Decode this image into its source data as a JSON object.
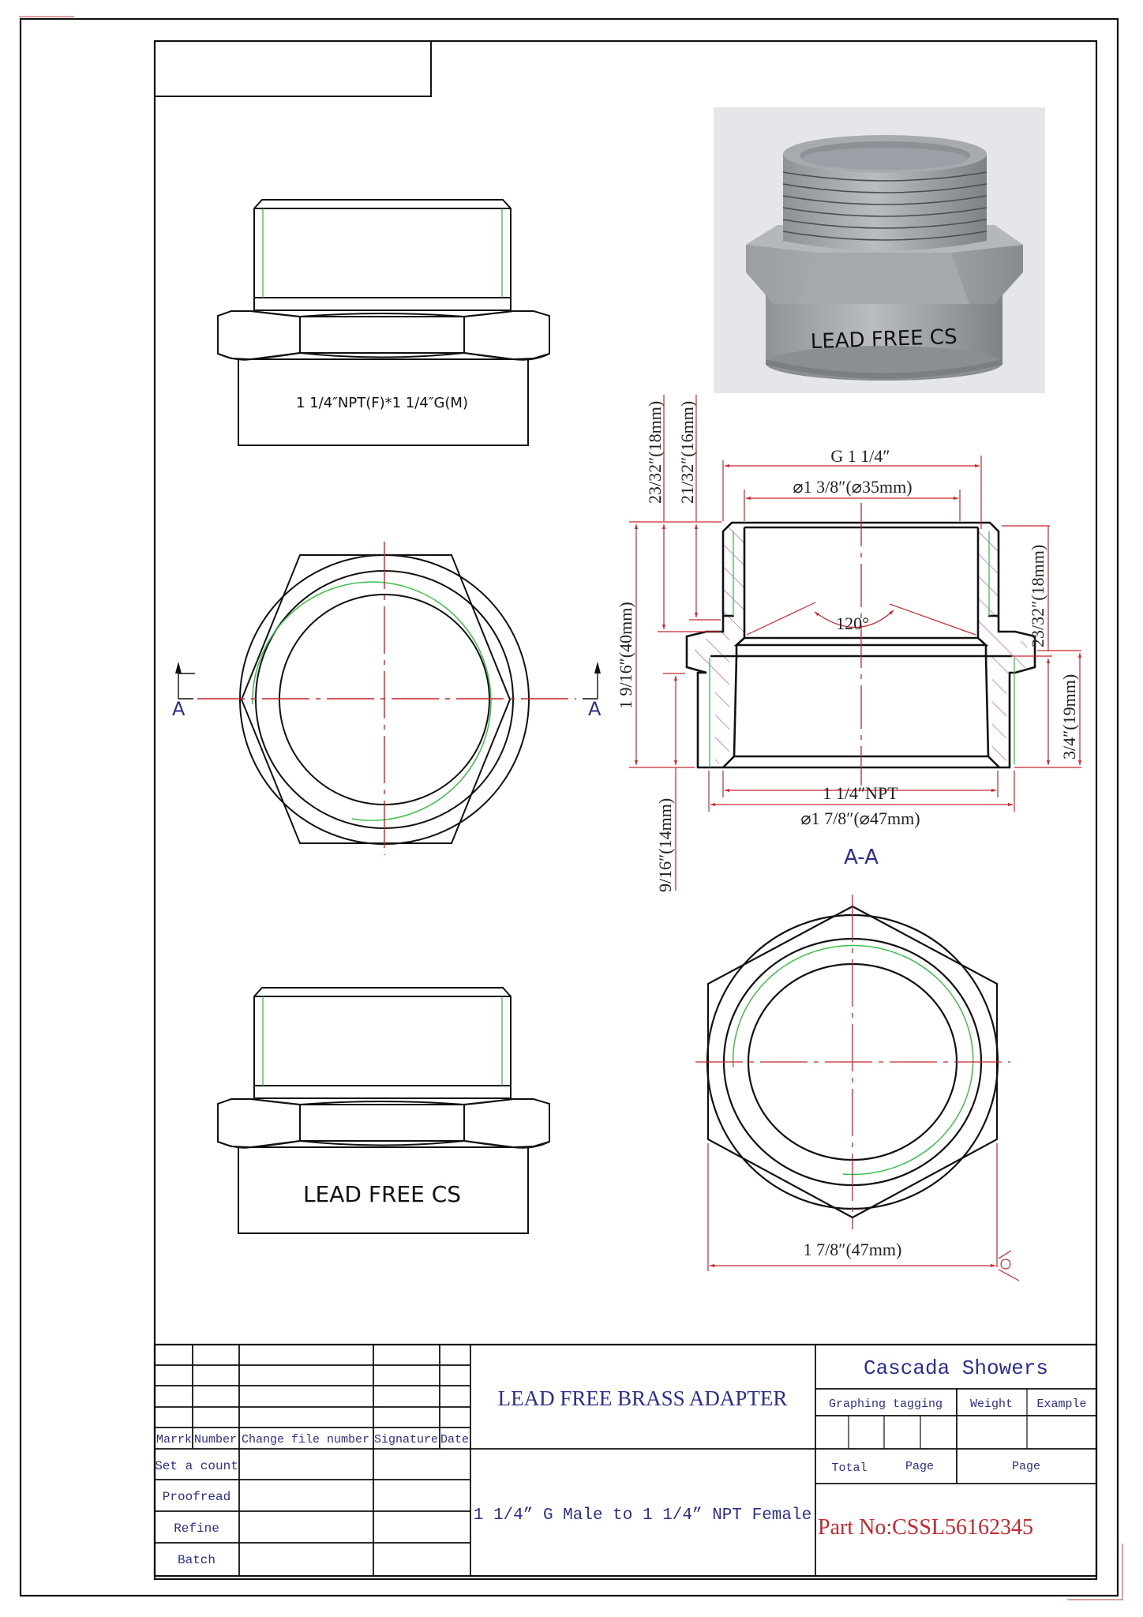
{
  "drawing": {
    "title": "LEAD FREE BRASS ADAPTER",
    "description": "1 1/4”  G Male to 1 1/4”  NPT Female",
    "company": "Cascada Showers",
    "part_no": "Part No:CSSL56162345",
    "colors": {
      "line": "#111111",
      "dimension": "#d4262c",
      "thread": "#3cbf4a",
      "hatch": "#b04cc8",
      "label": "#2b2e8f",
      "photo_bg": "#e4e6e9"
    }
  },
  "side_view_top": {
    "label": "1 1/4″NPT(F)*1 1/4″G(M)"
  },
  "side_view_bottom": {
    "label": "LEAD FREE CS"
  },
  "photo": {
    "marking": "LEAD FREE CS",
    "alt": "3D render of brass adapter"
  },
  "end_view": {
    "section_label_left": "A",
    "section_label_right": "A"
  },
  "section": {
    "label": "A-A",
    "dims": {
      "thread_g": "G 1 1/4″",
      "bore_dia": "⌀1 3/8″(⌀35mm)",
      "left_18": "23/32″(18mm)",
      "left_16": "21/32″(16mm)",
      "overall": "1 9/16″(40mm)",
      "bottom_14": "9/16″(14mm)",
      "right_18": "23/32″(18mm)",
      "right_19": "3/4″(19mm)",
      "angle": "120°",
      "npt": "1 1/4″NPT",
      "outer_dia": "⌀1 7/8″(⌀47mm)"
    }
  },
  "hex_view": {
    "across_flats": "1 7/8″(47mm)"
  },
  "title_block": {
    "revision_headers": [
      "Marrk",
      "Number",
      "Change file number",
      "Signature",
      "Date"
    ],
    "approval_rows": [
      "Set a count",
      "Proofread",
      "Refine",
      "Batch"
    ],
    "graphing_tagging": "Graphing tagging",
    "weight": "Weight",
    "example": "Example",
    "total": "Total",
    "page_left": "Page",
    "page_right": "Page"
  }
}
